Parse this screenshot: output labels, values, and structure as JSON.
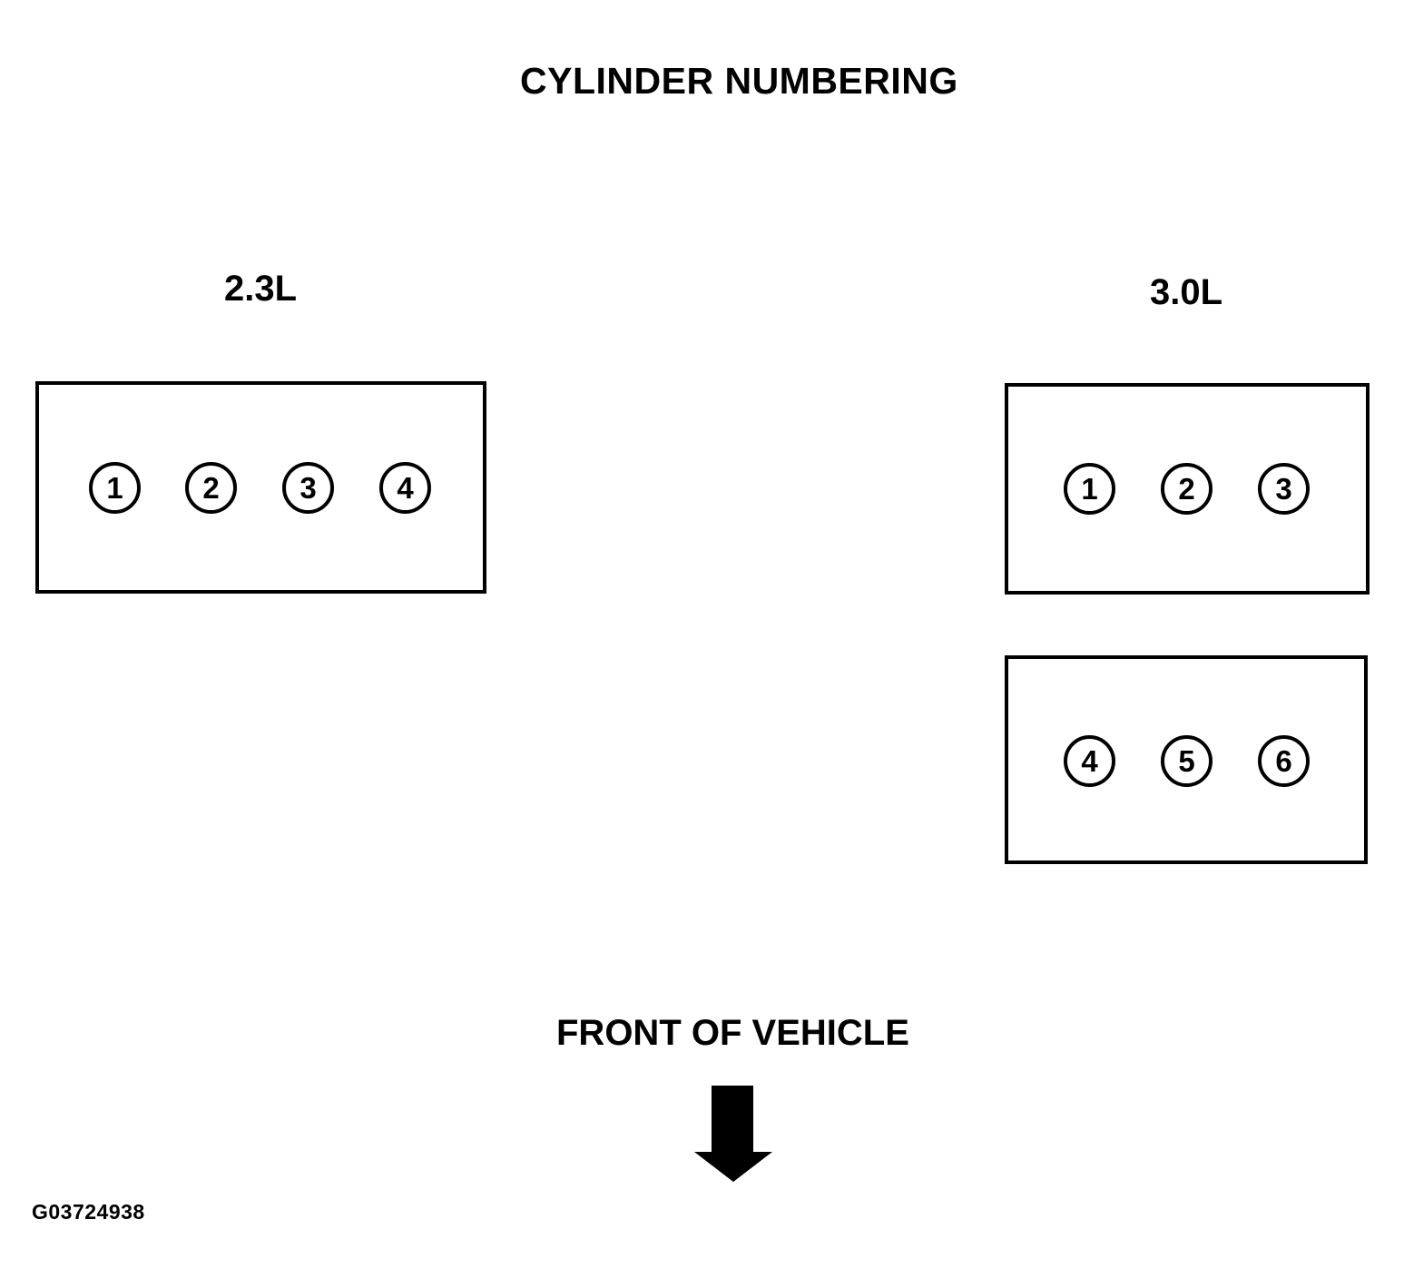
{
  "title": "CYLINDER NUMBERING",
  "engines": [
    {
      "label": "2.3L",
      "banks": [
        {
          "cylinders": [
            "1",
            "2",
            "3",
            "4"
          ]
        }
      ]
    },
    {
      "label": "3.0L",
      "banks": [
        {
          "cylinders": [
            "1",
            "2",
            "3"
          ]
        },
        {
          "cylinders": [
            "4",
            "5",
            "6"
          ]
        }
      ]
    }
  ],
  "front_label": "FRONT OF VEHICLE",
  "figure_id": "G03724938",
  "colors": {
    "ink": "#000000",
    "background": "#ffffff"
  }
}
